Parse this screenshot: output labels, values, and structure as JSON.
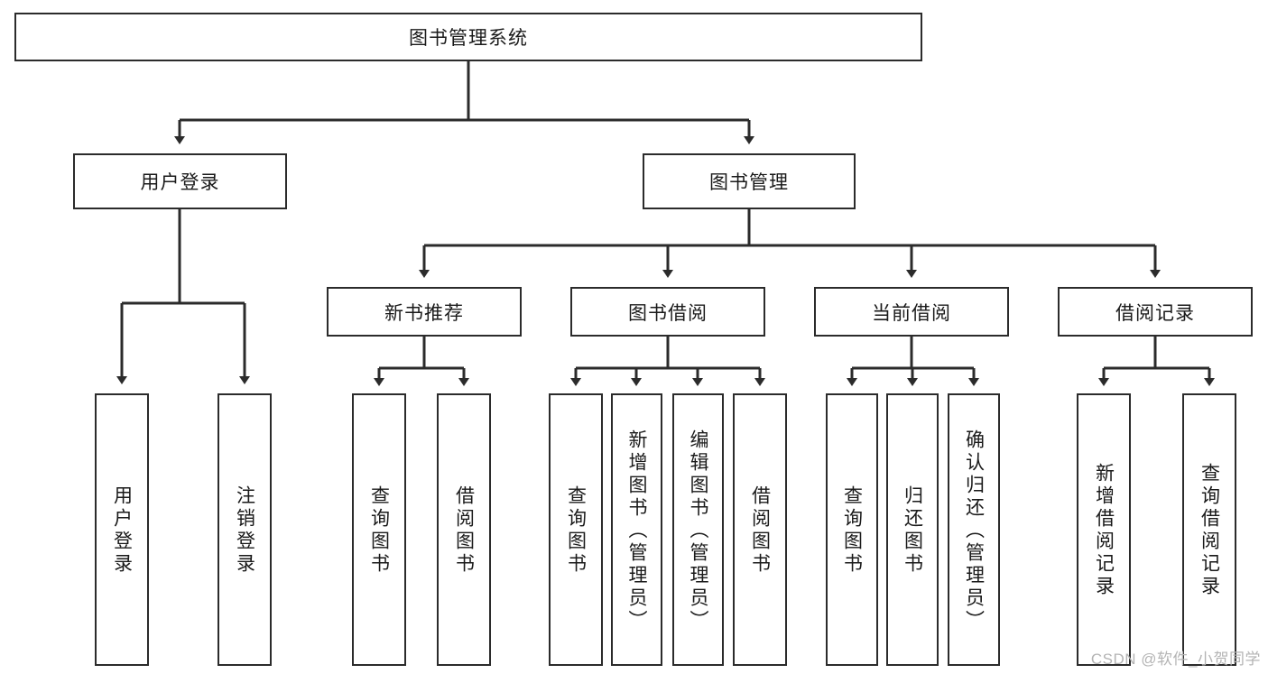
{
  "diagram": {
    "type": "tree",
    "title": "图书管理系统",
    "watermark": "CSDN @软件_小贺同学",
    "colors": {
      "box_border": "#2b2b2b",
      "box_fill": "#ffffff",
      "line": "#2b2b2b",
      "text": "#1a1a1a",
      "watermark": "#b4b4b4",
      "background": "#ffffff"
    },
    "levels": {
      "root": {
        "id": "root",
        "label": "图书管理系统",
        "orientation": "horizontal"
      },
      "level2": [
        {
          "id": "user-login",
          "label": "用户登录",
          "orientation": "horizontal"
        },
        {
          "id": "book-manage",
          "label": "图书管理",
          "orientation": "horizontal"
        }
      ],
      "level3": [
        {
          "id": "new-book-recommend",
          "label": "新书推荐",
          "orientation": "horizontal",
          "parent": "book-manage"
        },
        {
          "id": "book-borrow",
          "label": "图书借阅",
          "orientation": "horizontal",
          "parent": "book-manage"
        },
        {
          "id": "current-borrow",
          "label": "当前借阅",
          "orientation": "horizontal",
          "parent": "book-manage"
        },
        {
          "id": "borrow-record",
          "label": "借阅记录",
          "orientation": "horizontal",
          "parent": "book-manage"
        }
      ],
      "leaves": [
        {
          "id": "leaf-user-login",
          "label": "用户登录",
          "parent": "user-login"
        },
        {
          "id": "leaf-logout-login",
          "label": "注销登录",
          "parent": "user-login"
        },
        {
          "id": "leaf-query-book-1",
          "label": "查询图书",
          "parent": "new-book-recommend"
        },
        {
          "id": "leaf-borrow-book-1",
          "label": "借阅图书",
          "parent": "new-book-recommend"
        },
        {
          "id": "leaf-query-book-2",
          "label": "查询图书",
          "parent": "book-borrow"
        },
        {
          "id": "leaf-add-book",
          "label": "新增图书（管理员）",
          "parent": "book-borrow"
        },
        {
          "id": "leaf-edit-book",
          "label": "编辑图书（管理员）",
          "parent": "book-borrow"
        },
        {
          "id": "leaf-borrow-book-2",
          "label": "借阅图书",
          "parent": "book-borrow"
        },
        {
          "id": "leaf-query-book-3",
          "label": "查询图书",
          "parent": "current-borrow"
        },
        {
          "id": "leaf-return-book",
          "label": "归还图书",
          "parent": "current-borrow"
        },
        {
          "id": "leaf-confirm-return",
          "label": "确认归还（管理员）",
          "parent": "current-borrow"
        },
        {
          "id": "leaf-add-record",
          "label": "新增借阅记录",
          "parent": "borrow-record"
        },
        {
          "id": "leaf-query-record",
          "label": "查询借阅记录",
          "parent": "borrow-record"
        }
      ]
    }
  }
}
